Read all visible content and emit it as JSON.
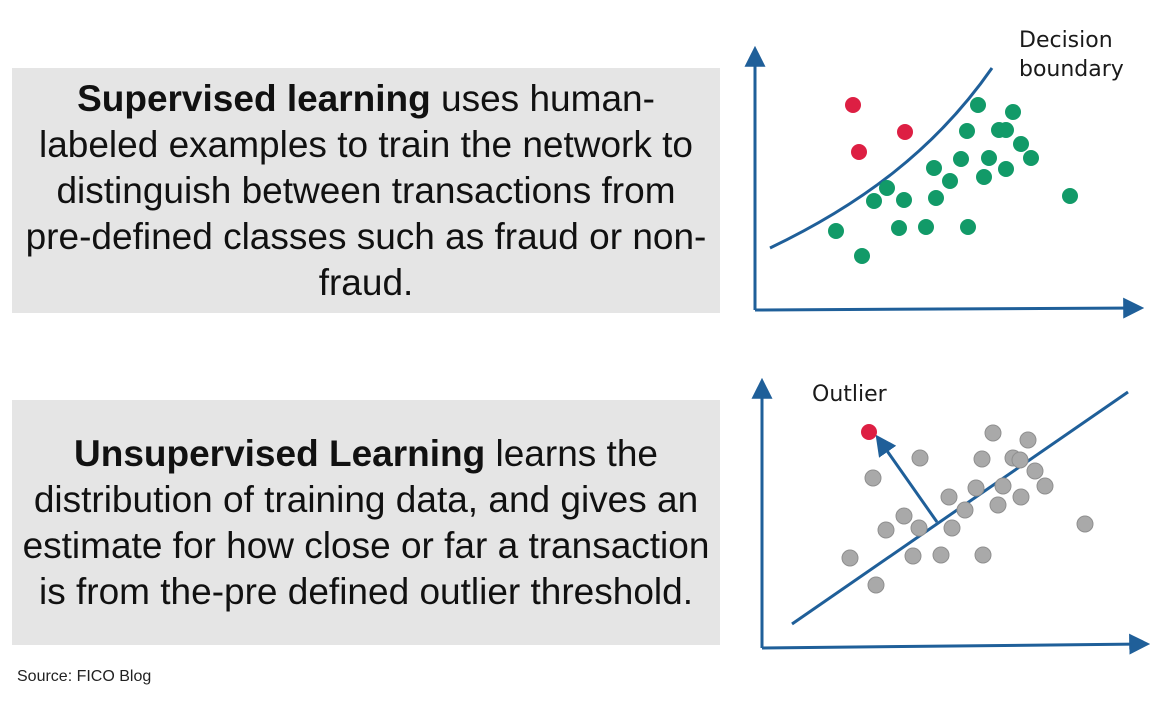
{
  "supervised": {
    "heading": "Supervised learning",
    "body": " uses human-labeled examples to train the network to distinguish between transactions from pre-defined classes such as fraud or non-fraud."
  },
  "unsupervised": {
    "heading": "Unsupervised Learning",
    "body": " learns the distribution of training data, and gives an estimate for how close or far a transaction is from the-pre defined outlier threshold."
  },
  "diagram_top": {
    "label_line1": "Decision",
    "label_line2": "boundary",
    "colors": {
      "axis": "#1f5f99",
      "fraud": "#dd1f43",
      "normal": "#129a68"
    }
  },
  "diagram_bottom": {
    "label": "Outlier",
    "colors": {
      "axis": "#1f5f99",
      "outlier": "#dd1f43",
      "normal": "#a9a9a9"
    }
  },
  "source": "Source: FICO Blog"
}
